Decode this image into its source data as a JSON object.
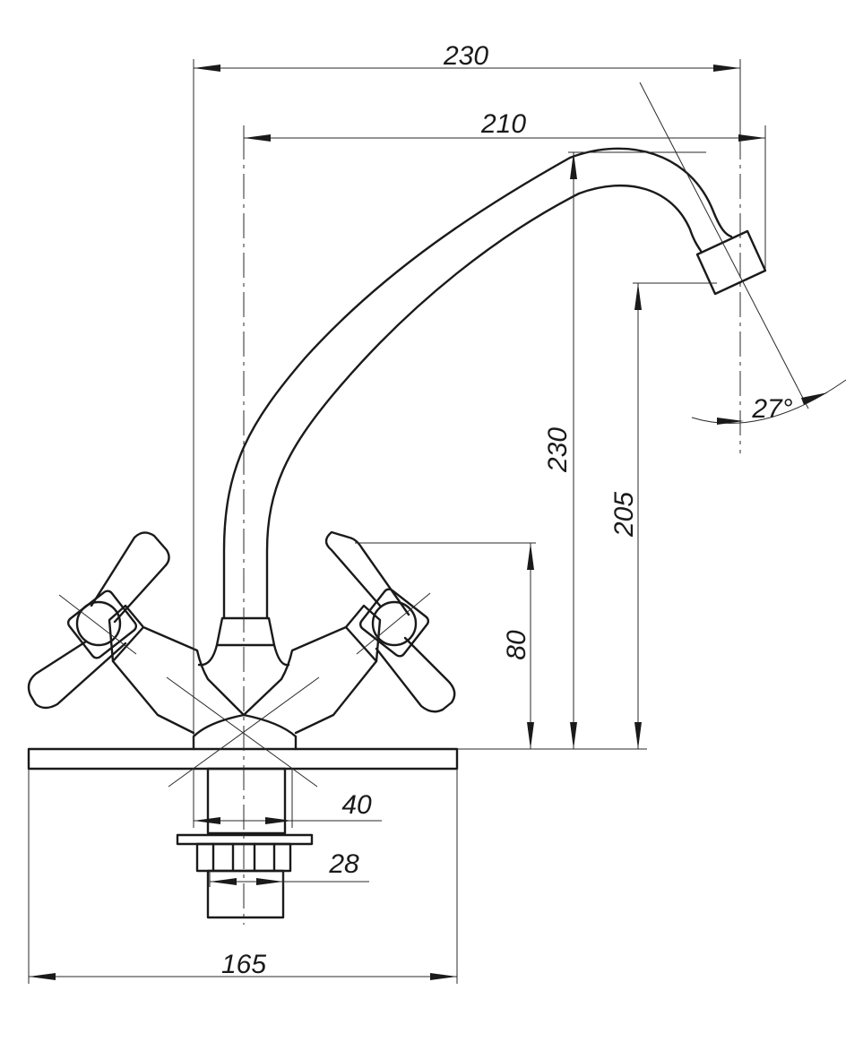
{
  "dimensions": {
    "overall_width": "230",
    "spout_reach": "210",
    "overall_height": "230",
    "spout_outlet_height": "205",
    "handle_height": "80",
    "spout_angle": "27°",
    "body_diameter": "40",
    "thread_diameter": "28",
    "base_width": "165"
  }
}
